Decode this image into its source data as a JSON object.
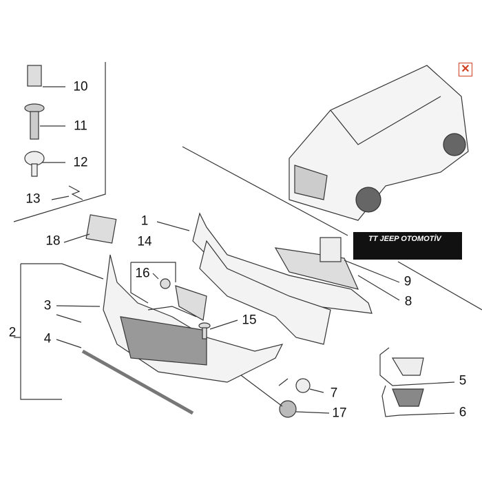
{
  "close_button": {
    "label": "✕",
    "color": "#d04020"
  },
  "banner": {
    "text": "JEEP OTOMOTİV",
    "logo_text": "TT",
    "background": "#111111"
  },
  "callouts": {
    "n1": "1",
    "n2": "2",
    "n3": "3",
    "n4": "4",
    "n5": "5",
    "n6": "6",
    "n7": "7",
    "n8": "8",
    "n9": "9",
    "n10": "10",
    "n11": "11",
    "n12": "12",
    "n13": "13",
    "n14": "14",
    "n15": "15",
    "n16": "16",
    "n17": "17",
    "n18": "18"
  }
}
